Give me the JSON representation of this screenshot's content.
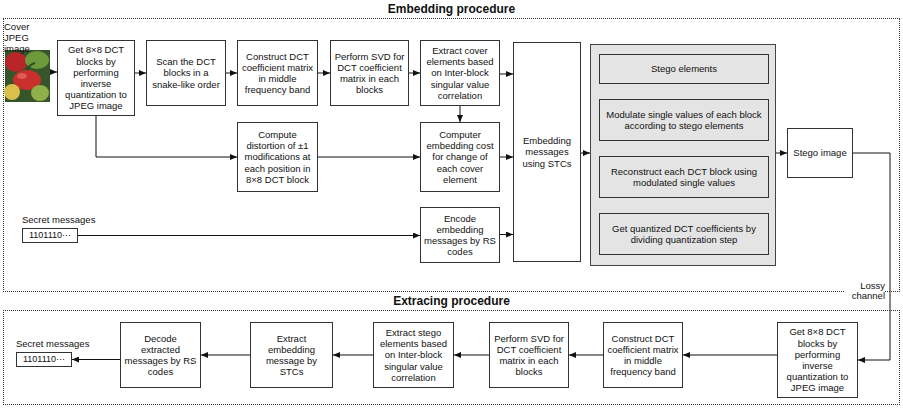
{
  "diagram": {
    "nodes": [
      {
        "text": [
          "Embedding procedure"
        ]
      },
      {
        "text": [
          "Cover JPEG image"
        ],
        "in": 0
      },
      {
        "text": [
          "Get 8×8 DCT blocks by performing inverse quantization to JPEG image"
        ],
        "in": 0
      },
      {
        "text": [
          "Scan the DCT blocks in a snake-like order"
        ],
        "in": 0
      },
      {
        "text": [
          "Construct DCT coefficient matrix in middle frequency band"
        ],
        "in": 0
      },
      {
        "text": [
          "Perform SVD for DCT coefficient matrix in each blocks"
        ],
        "in": 0
      },
      {
        "text": [
          "Extract cover elements based on Inter-block singular value correlation"
        ],
        "in": 0
      },
      {
        "text": [
          "Compute distortion of ±1 modifications at each position in 8×8 DCT block"
        ],
        "in": 0
      },
      {
        "text": [
          "Computer embedding cost for change of each cover element"
        ],
        "in": 0
      },
      {
        "text": [
          "Secret messages",
          "1101110···"
        ],
        "in": 0
      },
      {
        "text": [
          "Encode embedding messages by RS codes"
        ],
        "in": 0
      },
      {
        "text": [
          "Embedding messages using STCs"
        ],
        "in": 0
      },
      {
        "text": [],
        "in": 0
      },
      {
        "text": [
          "Stego elements"
        ],
        "in": 12
      },
      {
        "text": [
          "Modulate single values of each block according to stego elements"
        ],
        "in": 12
      },
      {
        "text": [
          "Reconstruct each DCT block using modulated single values"
        ],
        "in": 12
      },
      {
        "text": [
          "Get quantized DCT coefficients by dividing quantization step"
        ],
        "in": 12
      },
      {
        "text": [
          "Stego image"
        ],
        "in": 0
      },
      {
        "text": [
          "Extracing procedure"
        ]
      },
      {
        "text": [
          "Get 8×8 DCT blocks by performing inverse quantization to JPEG image"
        ],
        "in": 18
      },
      {
        "text": [
          "Construct DCT coefficient matrix in middle frequency band"
        ],
        "in": 18
      },
      {
        "text": [
          "Perform SVD for DCT coefficient matrix in each blocks"
        ],
        "in": 18
      },
      {
        "text": [
          "Extract stego elements based on Inter-block singular value correlation"
        ],
        "in": 18
      },
      {
        "text": [
          "Extract embedding message by STCs"
        ],
        "in": 18
      },
      {
        "text": [
          "Decode extracted messages by RS codes"
        ],
        "in": 18
      },
      {
        "text": [
          "Secret messages",
          "1101110···"
        ],
        "in": 18
      }
    ],
    "edges": [
      {
        "from": 1,
        "to": 2,
        "arrow": "to"
      },
      {
        "from": 2,
        "to": 3,
        "arrow": "to"
      },
      {
        "from": 3,
        "to": 4,
        "arrow": "to"
      },
      {
        "from": 4,
        "to": 5,
        "arrow": "to"
      },
      {
        "from": 5,
        "to": 6,
        "arrow": "to"
      },
      {
        "from": 2,
        "to": 7,
        "arrow": "to"
      },
      {
        "from": 7,
        "to": 8,
        "arrow": "to"
      },
      {
        "from": 6,
        "to": 8,
        "arrow": "to"
      },
      {
        "from": 6,
        "to": 11,
        "arrow": "to"
      },
      {
        "from": 8,
        "to": 11,
        "arrow": "to"
      },
      {
        "from": 9,
        "to": 10,
        "arrow": "to"
      },
      {
        "from": 10,
        "to": 11,
        "arrow": "to"
      },
      {
        "from": 11,
        "to": 12,
        "arrow": "to"
      },
      {
        "from": 13,
        "to": 14,
        "arrow": "to"
      },
      {
        "from": 14,
        "to": 15,
        "arrow": "to"
      },
      {
        "from": 15,
        "to": 16,
        "arrow": "to"
      },
      {
        "from": 12,
        "to": 17,
        "arrow": "to"
      },
      {
        "from": 17,
        "to": 19,
        "label": "Lossy channel",
        "arrow": "to"
      },
      {
        "from": 19,
        "to": 20,
        "arrow": "to"
      },
      {
        "from": 20,
        "to": 21,
        "arrow": "to"
      },
      {
        "from": 21,
        "to": 22,
        "arrow": "to"
      },
      {
        "from": 22,
        "to": 23,
        "arrow": "to"
      },
      {
        "from": 23,
        "to": 24,
        "arrow": "to"
      },
      {
        "from": 24,
        "to": 25,
        "arrow": "to"
      }
    ]
  }
}
